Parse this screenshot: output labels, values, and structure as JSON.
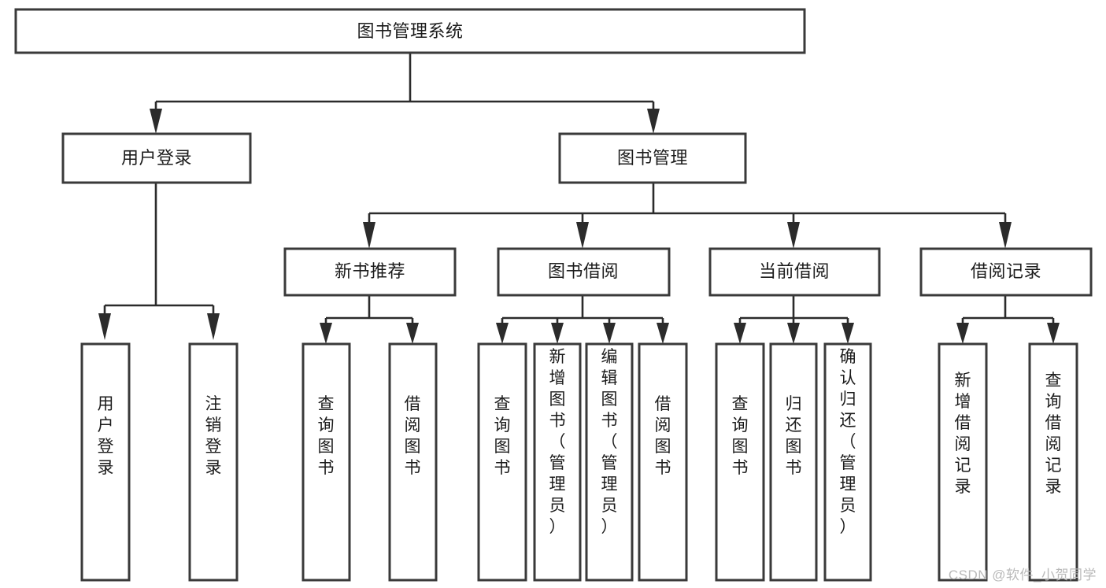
{
  "diagram": {
    "title": "图书管理系统",
    "type": "hierarchy-tree",
    "watermark": "CSDN @软件_小贺同学",
    "colors": {
      "box_stroke": "#3a3a3a",
      "edge_stroke": "#2b2b2b",
      "box_fill": "#ffffff",
      "background": "#ffffff",
      "text": "#1b1b1b",
      "watermark": "#b9b9b9"
    },
    "root": {
      "id": "root",
      "label": "图书管理系统"
    },
    "level2": [
      {
        "id": "user-login",
        "label": "用户登录"
      },
      {
        "id": "book-manage",
        "label": "图书管理"
      }
    ],
    "level3": [
      {
        "id": "new-book-rec",
        "label": "新书推荐"
      },
      {
        "id": "book-borrow",
        "label": "图书借阅"
      },
      {
        "id": "current-borrow",
        "label": "当前借阅"
      },
      {
        "id": "borrow-record",
        "label": "借阅记录"
      }
    ],
    "leaves": {
      "user-login": [
        {
          "id": "leaf-user-login",
          "label": "用户登录"
        },
        {
          "id": "leaf-logout-login",
          "label": "注销登录"
        }
      ],
      "new-book-rec": [
        {
          "id": "leaf-query-book-1",
          "label": "查询图书"
        },
        {
          "id": "leaf-borrow-book-1",
          "label": "借阅图书"
        }
      ],
      "book-borrow": [
        {
          "id": "leaf-query-book-2",
          "label": "查询图书"
        },
        {
          "id": "leaf-add-book",
          "label": "新增图书（管理员）"
        },
        {
          "id": "leaf-edit-book",
          "label": "编辑图书（管理员）"
        },
        {
          "id": "leaf-borrow-book-2",
          "label": "借阅图书"
        }
      ],
      "current-borrow": [
        {
          "id": "leaf-query-book-3",
          "label": "查询图书"
        },
        {
          "id": "leaf-return-book",
          "label": "归还图书"
        },
        {
          "id": "leaf-confirm-return",
          "label": "确认归还（管理员）"
        }
      ],
      "borrow-record": [
        {
          "id": "leaf-add-record",
          "label": "新增借阅记录"
        },
        {
          "id": "leaf-query-record",
          "label": "查询借阅记录"
        }
      ]
    }
  }
}
